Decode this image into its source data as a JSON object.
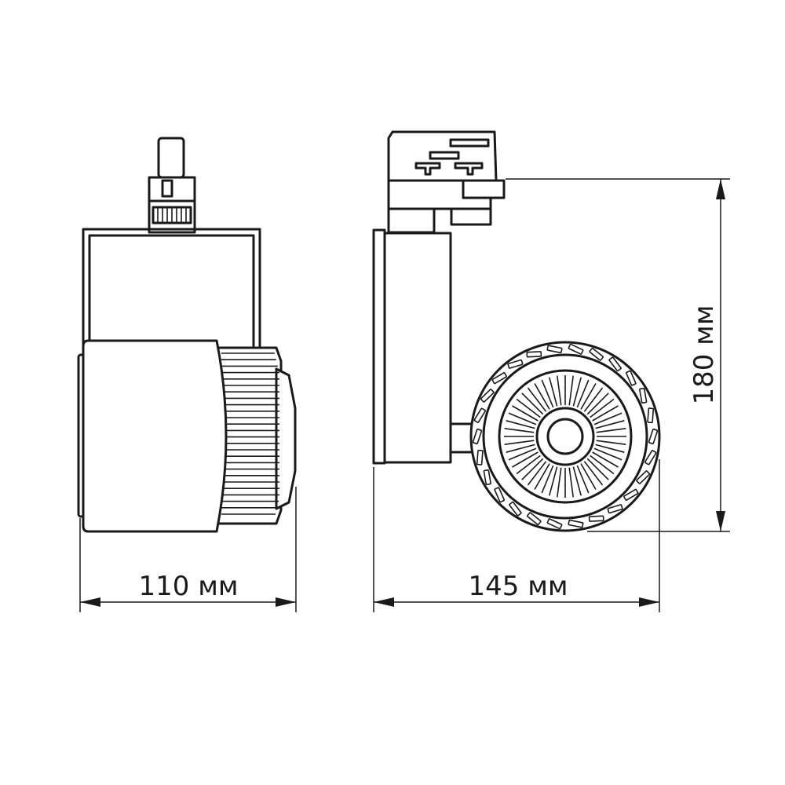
{
  "dimensions": {
    "width": "110 мм",
    "depth": "145 мм",
    "height": "180 мм"
  }
}
